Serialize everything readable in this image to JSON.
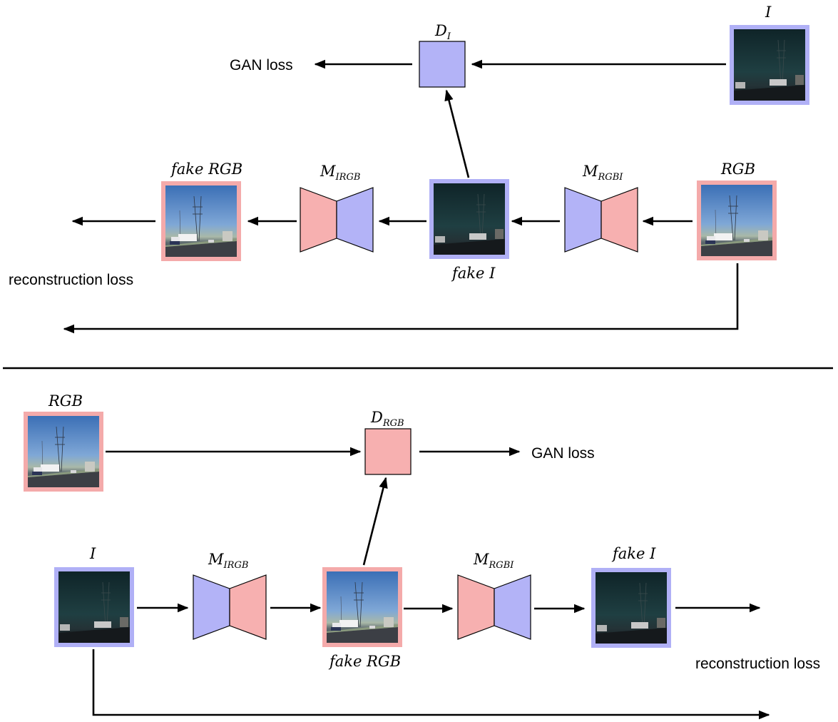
{
  "colors": {
    "rgb_frame": "#f4aaaa",
    "ir_frame": "#b0b0f6",
    "rgb_fill": "#f7b0b0",
    "ir_fill": "#b3b3f7",
    "stroke": "#000000"
  },
  "top": {
    "discriminator": {
      "base": "D",
      "sub": "I"
    },
    "gan_loss": "GAN loss",
    "input_label": "I",
    "generator_a": {
      "base": "M",
      "sub": "RGBI"
    },
    "generator_b": {
      "base": "M",
      "sub": "IRGB"
    },
    "real_rgb_label": "RGB",
    "fake_ir_label": "fake I",
    "fake_rgb_label": "fake RGB",
    "recon_loss": "reconstruction loss"
  },
  "bottom": {
    "discriminator": {
      "base": "D",
      "sub": "RGB"
    },
    "gan_loss": "GAN loss",
    "real_rgb_label": "RGB",
    "input_label": "I",
    "generator_a": {
      "base": "M",
      "sub": "IRGB"
    },
    "generator_b": {
      "base": "M",
      "sub": "RGBI"
    },
    "fake_rgb_label": "fake RGB",
    "fake_ir_label": "fake I",
    "recon_loss": "reconstruction loss"
  }
}
